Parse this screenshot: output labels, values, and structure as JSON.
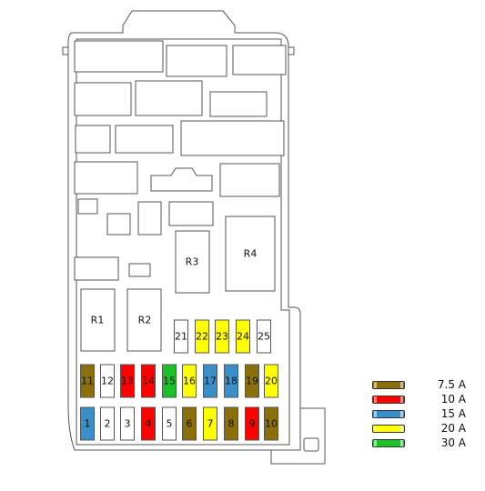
{
  "colors": {
    "7.5": "#8b6f0a",
    "10": "#ff0000",
    "15": "#3a8fc9",
    "20": "#ffff00",
    "25": "#ffffff",
    "30": "#1dbf2a",
    "blank": "#ffffff"
  },
  "relays": [
    {
      "id": "R1",
      "label": "R1"
    },
    {
      "id": "R2",
      "label": "R2"
    },
    {
      "id": "R3",
      "label": "R3"
    },
    {
      "id": "R4",
      "label": "R4"
    }
  ],
  "fuses": [
    {
      "num": "1",
      "rating": "15"
    },
    {
      "num": "2",
      "rating": "blank"
    },
    {
      "num": "3",
      "rating": "blank"
    },
    {
      "num": "4",
      "rating": "10"
    },
    {
      "num": "5",
      "rating": "blank"
    },
    {
      "num": "6",
      "rating": "7.5"
    },
    {
      "num": "7",
      "rating": "20"
    },
    {
      "num": "8",
      "rating": "7.5"
    },
    {
      "num": "9",
      "rating": "10"
    },
    {
      "num": "10",
      "rating": "7.5"
    },
    {
      "num": "11",
      "rating": "7.5"
    },
    {
      "num": "12",
      "rating": "blank"
    },
    {
      "num": "13",
      "rating": "10"
    },
    {
      "num": "14",
      "rating": "10"
    },
    {
      "num": "15",
      "rating": "30"
    },
    {
      "num": "16",
      "rating": "20"
    },
    {
      "num": "17",
      "rating": "15"
    },
    {
      "num": "18",
      "rating": "15"
    },
    {
      "num": "19",
      "rating": "7.5"
    },
    {
      "num": "20",
      "rating": "20"
    },
    {
      "num": "21",
      "rating": "blank"
    },
    {
      "num": "22",
      "rating": "20"
    },
    {
      "num": "23",
      "rating": "20"
    },
    {
      "num": "24",
      "rating": "20"
    },
    {
      "num": "25",
      "rating": "blank"
    }
  ],
  "legend": [
    {
      "label": "7.5 A",
      "rating": "7.5"
    },
    {
      "label": "10 A",
      "rating": "10"
    },
    {
      "label": "15 A",
      "rating": "15"
    },
    {
      "label": "20 A",
      "rating": "20"
    },
    {
      "label": "30 A",
      "rating": "30"
    }
  ]
}
